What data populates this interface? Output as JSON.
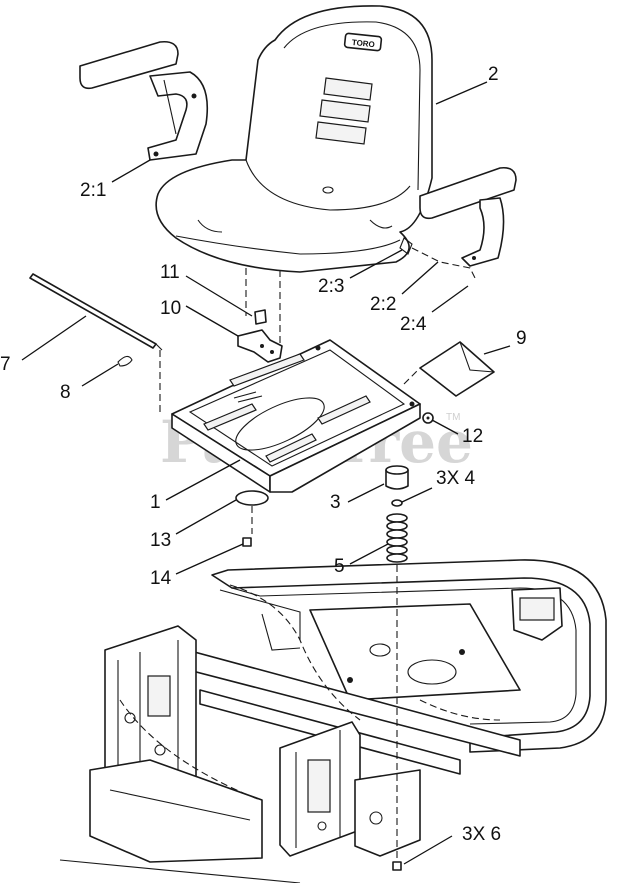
{
  "watermark": {
    "text": "PartsTree",
    "tm": "TM"
  },
  "labels": [
    {
      "id": "2",
      "text": "2"
    },
    {
      "id": "2-1",
      "text": "2:1"
    },
    {
      "id": "2-3",
      "text": "2:3"
    },
    {
      "id": "2-2",
      "text": "2:2"
    },
    {
      "id": "2-4",
      "text": "2:4"
    },
    {
      "id": "11",
      "text": "11"
    },
    {
      "id": "10",
      "text": "10"
    },
    {
      "id": "7",
      "text": "7"
    },
    {
      "id": "8",
      "text": "8"
    },
    {
      "id": "9",
      "text": "9"
    },
    {
      "id": "12",
      "text": "12"
    },
    {
      "id": "1",
      "text": "1"
    },
    {
      "id": "3",
      "text": "3"
    },
    {
      "id": "3x4",
      "text": "3X 4"
    },
    {
      "id": "13",
      "text": "13"
    },
    {
      "id": "5",
      "text": "5"
    },
    {
      "id": "14",
      "text": "14"
    },
    {
      "id": "3x6",
      "text": "3X 6"
    }
  ],
  "seat_brand": "TORO"
}
